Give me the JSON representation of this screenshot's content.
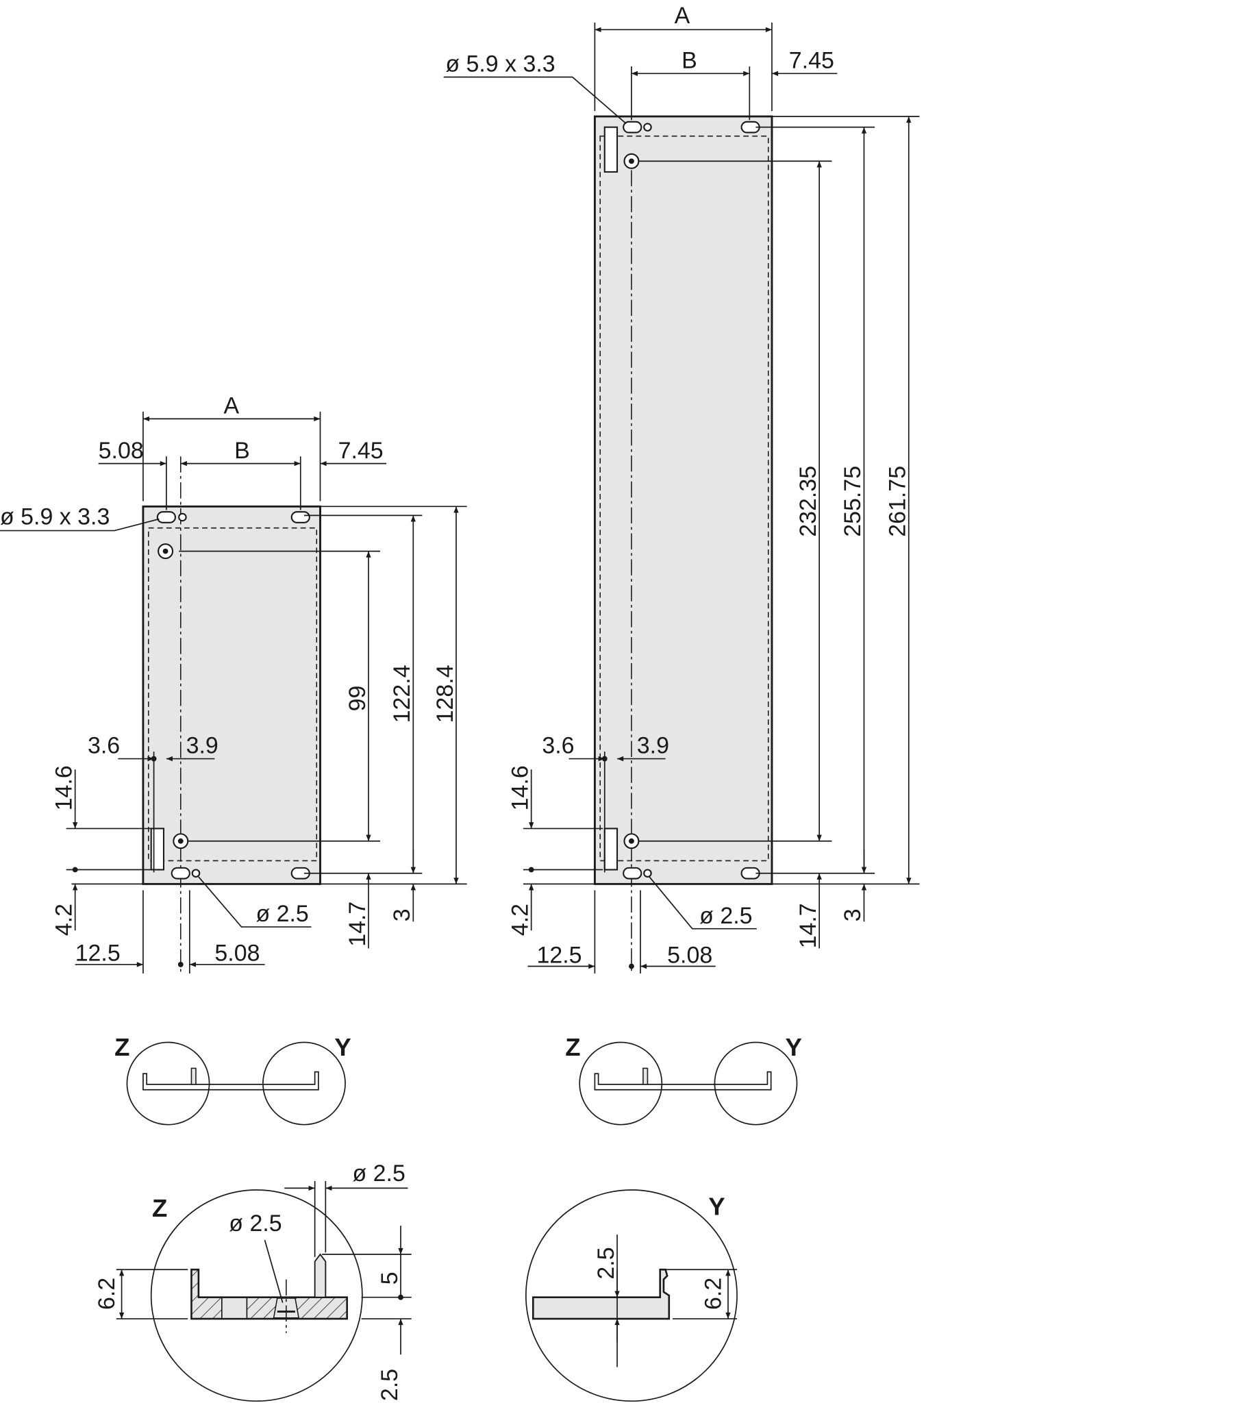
{
  "left_panel": {
    "dim_a": "A",
    "dim_b": "B",
    "left_offset": "5.08",
    "right_offset": "7.45",
    "slot_label": "ø 5.9 x 3.3",
    "h_inner": "99",
    "h_mid": "122.4",
    "h_total": "128.4",
    "d36": "3.6",
    "d39": "3.9",
    "d146": "14.6",
    "d42": "4.2",
    "d125": "12.5",
    "d508": "5.08",
    "hole_label": "ø 2.5",
    "d147": "14.7",
    "d3": "3"
  },
  "right_panel": {
    "dim_a": "A",
    "dim_b": "B",
    "right_offset": "7.45",
    "slot_label": "ø 5.9 x 3.3",
    "h_inner": "232.35",
    "h_mid": "255.75",
    "h_total": "261.75",
    "d36": "3.6",
    "d39": "3.9",
    "d146": "14.6",
    "d42": "4.2",
    "d125": "12.5",
    "d508": "5.08",
    "hole_label": "ø 2.5",
    "d147": "14.7",
    "d3": "3"
  },
  "sections": {
    "left": {
      "z": "Z",
      "y": "Y"
    },
    "right": {
      "z": "Z",
      "y": "Y"
    }
  },
  "detail_z": {
    "title": "Z",
    "pin_dia": "ø 2.5",
    "hole_dia": "ø 2.5",
    "h62": "6.2",
    "h5": "5",
    "h25": "2.5"
  },
  "detail_y": {
    "title": "Y",
    "h25": "2.5",
    "h62": "6.2"
  }
}
